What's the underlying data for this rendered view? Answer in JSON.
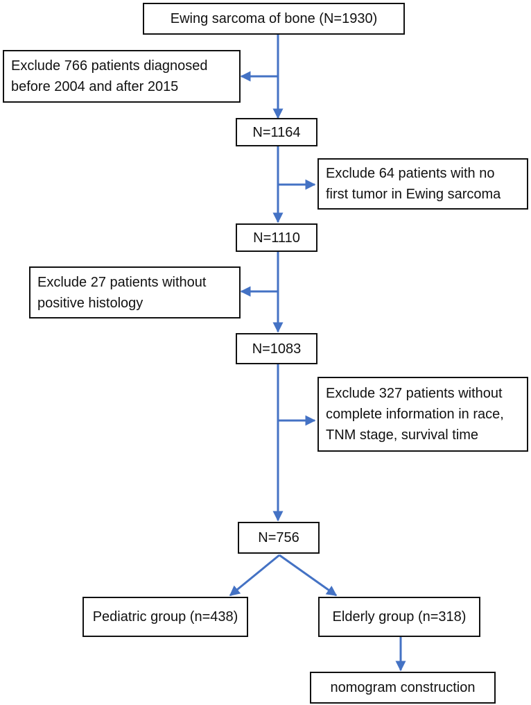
{
  "diagram": {
    "colors": {
      "arrow": "#4472c4",
      "box_border": "#111111",
      "text": "#111111",
      "background": "#ffffff"
    },
    "nodes": {
      "start": {
        "lines": [
          "Ewing sarcoma of bone (N=1930)"
        ]
      },
      "n1164": {
        "lines": [
          "N=1164"
        ]
      },
      "n1110": {
        "lines": [
          "N=1110"
        ]
      },
      "n1083": {
        "lines": [
          "N=1083"
        ]
      },
      "n756": {
        "lines": [
          "N=756"
        ]
      },
      "pediatric": {
        "lines": [
          "Pediatric group (n=438)"
        ]
      },
      "elderly": {
        "lines": [
          "Elderly group (n=318)"
        ]
      },
      "nomogram": {
        "lines": [
          "nomogram construction"
        ]
      }
    },
    "exclusions": {
      "ex1": {
        "lines": [
          "Exclude 766 patients diagnosed",
          "before 2004 and after 2015"
        ]
      },
      "ex2": {
        "lines": [
          "Exclude 64 patients with no",
          "first tumor in Ewing sarcoma"
        ]
      },
      "ex3": {
        "lines": [
          "Exclude 27 patients without",
          "positive histology"
        ]
      },
      "ex4": {
        "lines": [
          "Exclude 327 patients without",
          "complete information in race,",
          "TNM stage, survival time"
        ]
      }
    }
  }
}
